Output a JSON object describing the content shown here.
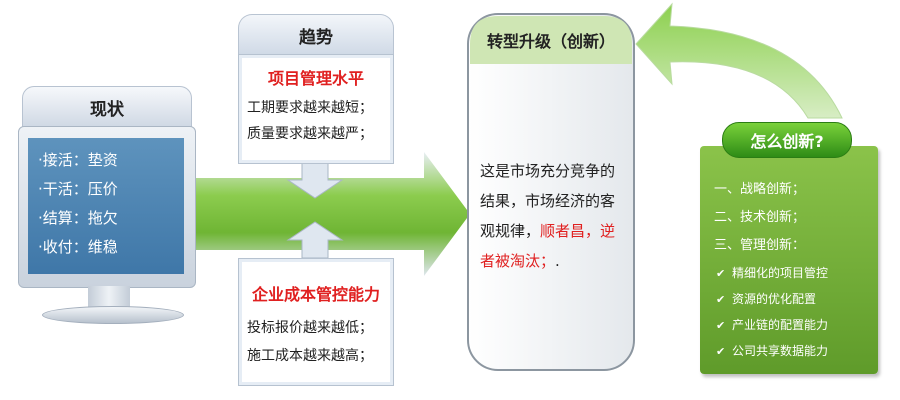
{
  "monitor": {
    "title": "现状",
    "items": [
      "·接活：垫资",
      "·干活：压价",
      "·结算：拖欠",
      "·收付：维稳"
    ]
  },
  "trend": {
    "title": "趋势",
    "top": {
      "heading": "项目管理水平",
      "lines": [
        "工期要求越来越短；",
        "质量要求越来越严；"
      ]
    },
    "bottom": {
      "heading": "企业成本管控能力",
      "lines": [
        "投标报价越来越低；",
        "施工成本越来越高；"
      ]
    }
  },
  "capsule": {
    "title": "转型升级（创新）",
    "text_black": "这是市场充分竞争的结果，市场经济的客观规律，",
    "text_red": "顺者昌，逆者被淘汰；",
    "text_tail": "."
  },
  "innovate": {
    "title": "怎么创新?",
    "items": [
      "一、战略创新；",
      "二、技术创新；",
      "三、管理创新："
    ],
    "subitems": [
      "精细化的项目管控",
      "资源的优化配置",
      "产业链的配置能力",
      "公司共享数据能力"
    ]
  },
  "colors": {
    "accent_green": "#5ea82a",
    "arrow_green": "#7cc243",
    "highlight_red": "#e02020",
    "monitor_blue": "#4a84b4"
  }
}
